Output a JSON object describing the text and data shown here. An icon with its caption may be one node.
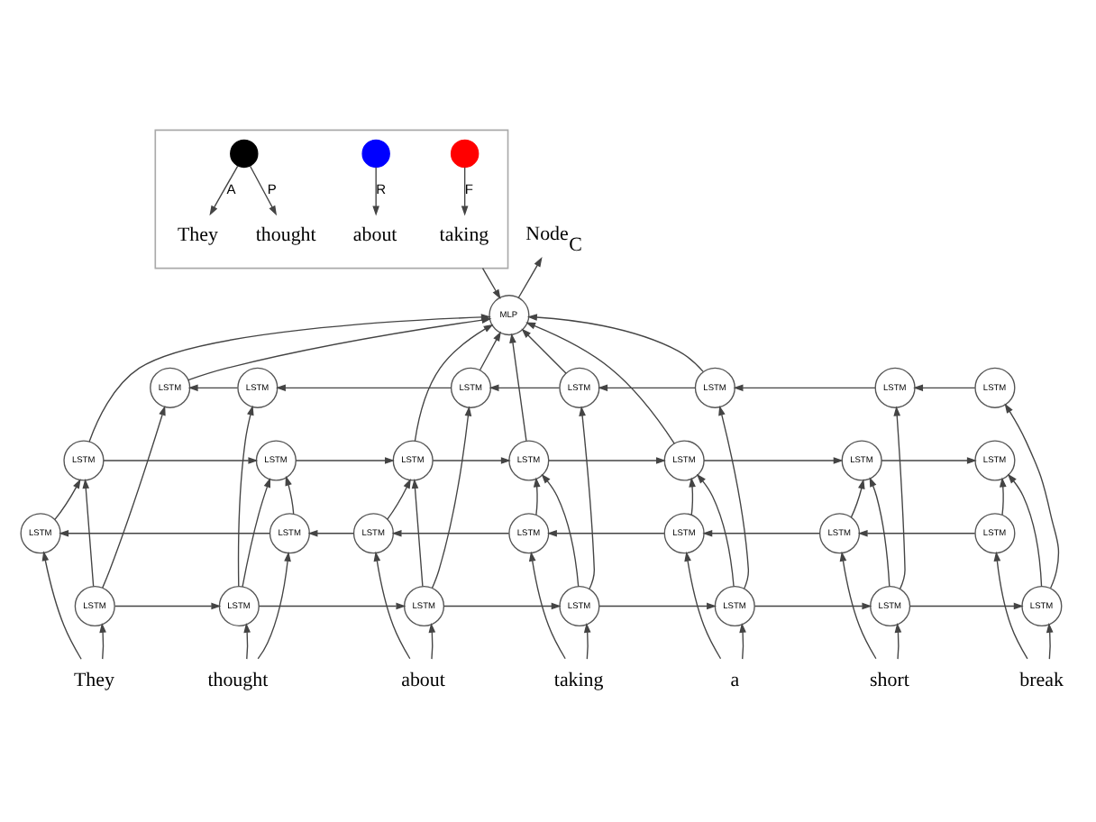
{
  "diagram": {
    "nodes": [
      {
        "text": [],
        "shape": "box"
      },
      {
        "text": [],
        "shape": "circle",
        "in": 0
      },
      {
        "text": [
          "They"
        ],
        "in": 0
      },
      {
        "text": [
          "thought"
        ],
        "in": 0
      },
      {
        "text": [],
        "shape": "circle",
        "in": 0
      },
      {
        "text": [
          "about"
        ],
        "in": 0
      },
      {
        "text": [],
        "shape": "circle",
        "in": 0
      },
      {
        "text": [
          "taking"
        ],
        "in": 0
      },
      {
        "text": [
          "Node$_{C}$"
        ]
      },
      {
        "text": [
          "MLP"
        ]
      },
      {
        "text": [
          "LSTM"
        ]
      },
      {
        "text": [
          "LSTM"
        ]
      },
      {
        "text": [
          "LSTM"
        ]
      },
      {
        "text": [
          "LSTM"
        ]
      },
      {
        "text": [
          "LSTM"
        ]
      },
      {
        "text": [
          "LSTM"
        ]
      },
      {
        "text": [
          "LSTM"
        ]
      },
      {
        "text": [
          "LSTM"
        ]
      },
      {
        "text": [
          "LSTM"
        ]
      },
      {
        "text": [
          "LSTM"
        ]
      },
      {
        "text": [
          "LSTM"
        ]
      },
      {
        "text": [
          "LSTM"
        ]
      },
      {
        "text": [
          "LSTM"
        ]
      },
      {
        "text": [
          "LSTM"
        ]
      },
      {
        "text": [
          "LSTM"
        ]
      },
      {
        "text": [
          "LSTM"
        ]
      },
      {
        "text": [
          "LSTM"
        ]
      },
      {
        "text": [
          "LSTM"
        ]
      },
      {
        "text": [
          "LSTM"
        ]
      },
      {
        "text": [
          "LSTM"
        ]
      },
      {
        "text": [
          "LSTM"
        ]
      },
      {
        "text": [
          "LSTM"
        ]
      },
      {
        "text": [
          "LSTM"
        ]
      },
      {
        "text": [
          "LSTM"
        ]
      },
      {
        "text": [
          "LSTM"
        ]
      },
      {
        "text": [
          "LSTM"
        ]
      },
      {
        "text": [
          "LSTM"
        ]
      },
      {
        "text": [
          "LSTM"
        ]
      },
      {
        "text": [
          "They"
        ]
      },
      {
        "text": [
          "thought"
        ]
      },
      {
        "text": [
          "about"
        ]
      },
      {
        "text": [
          "taking"
        ]
      },
      {
        "text": [
          "a"
        ]
      },
      {
        "text": [
          "short"
        ]
      },
      {
        "text": [
          "break"
        ]
      }
    ],
    "edges": [
      {
        "from": 1,
        "to": 2,
        "arrow": "to",
        "label": "A"
      },
      {
        "from": 1,
        "to": 3,
        "arrow": "to",
        "label": "P"
      },
      {
        "from": 4,
        "to": 5,
        "arrow": "to",
        "label": "R"
      },
      {
        "from": 6,
        "to": 7,
        "arrow": "to",
        "label": "F"
      },
      {
        "from": 0,
        "to": 9,
        "arrow": "to"
      },
      {
        "from": 9,
        "to": 8,
        "arrow": "to"
      },
      {
        "from": 38,
        "to": 31,
        "arrow": "to"
      },
      {
        "from": 38,
        "to": 24,
        "arrow": "to"
      },
      {
        "from": 31,
        "to": 17,
        "arrow": "to"
      },
      {
        "from": 31,
        "to": 10,
        "arrow": "to"
      },
      {
        "from": 24,
        "to": 17,
        "arrow": "to"
      },
      {
        "from": 39,
        "to": 32,
        "arrow": "to"
      },
      {
        "from": 39,
        "to": 25,
        "arrow": "to"
      },
      {
        "from": 32,
        "to": 18,
        "arrow": "to"
      },
      {
        "from": 32,
        "to": 11,
        "arrow": "to"
      },
      {
        "from": 25,
        "to": 18,
        "arrow": "to"
      },
      {
        "from": 40,
        "to": 33,
        "arrow": "to"
      },
      {
        "from": 40,
        "to": 26,
        "arrow": "to"
      },
      {
        "from": 33,
        "to": 19,
        "arrow": "to"
      },
      {
        "from": 33,
        "to": 12,
        "arrow": "to"
      },
      {
        "from": 26,
        "to": 19,
        "arrow": "to"
      },
      {
        "from": 41,
        "to": 34,
        "arrow": "to"
      },
      {
        "from": 41,
        "to": 27,
        "arrow": "to"
      },
      {
        "from": 34,
        "to": 20,
        "arrow": "to"
      },
      {
        "from": 34,
        "to": 13,
        "arrow": "to"
      },
      {
        "from": 27,
        "to": 20,
        "arrow": "to"
      },
      {
        "from": 42,
        "to": 35,
        "arrow": "to"
      },
      {
        "from": 42,
        "to": 28,
        "arrow": "to"
      },
      {
        "from": 35,
        "to": 21,
        "arrow": "to"
      },
      {
        "from": 35,
        "to": 14,
        "arrow": "to"
      },
      {
        "from": 28,
        "to": 21,
        "arrow": "to"
      },
      {
        "from": 43,
        "to": 36,
        "arrow": "to"
      },
      {
        "from": 43,
        "to": 29,
        "arrow": "to"
      },
      {
        "from": 36,
        "to": 22,
        "arrow": "to"
      },
      {
        "from": 36,
        "to": 15,
        "arrow": "to"
      },
      {
        "from": 29,
        "to": 22,
        "arrow": "to"
      },
      {
        "from": 44,
        "to": 37,
        "arrow": "to"
      },
      {
        "from": 44,
        "to": 30,
        "arrow": "to"
      },
      {
        "from": 37,
        "to": 23,
        "arrow": "to"
      },
      {
        "from": 37,
        "to": 16,
        "arrow": "to"
      },
      {
        "from": 30,
        "to": 23,
        "arrow": "to"
      },
      {
        "from": 31,
        "to": 32,
        "arrow": "to"
      },
      {
        "from": 32,
        "to": 33,
        "arrow": "to"
      },
      {
        "from": 33,
        "to": 34,
        "arrow": "to"
      },
      {
        "from": 34,
        "to": 35,
        "arrow": "to"
      },
      {
        "from": 35,
        "to": 36,
        "arrow": "to"
      },
      {
        "from": 36,
        "to": 37,
        "arrow": "to"
      },
      {
        "from": 25,
        "to": 24,
        "arrow": "to"
      },
      {
        "from": 26,
        "to": 25,
        "arrow": "to"
      },
      {
        "from": 27,
        "to": 26,
        "arrow": "to"
      },
      {
        "from": 28,
        "to": 27,
        "arrow": "to"
      },
      {
        "from": 29,
        "to": 28,
        "arrow": "to"
      },
      {
        "from": 30,
        "to": 29,
        "arrow": "to"
      },
      {
        "from": 17,
        "to": 18,
        "arrow": "to"
      },
      {
        "from": 18,
        "to": 19,
        "arrow": "to"
      },
      {
        "from": 19,
        "to": 20,
        "arrow": "to"
      },
      {
        "from": 20,
        "to": 21,
        "arrow": "to"
      },
      {
        "from": 21,
        "to": 22,
        "arrow": "to"
      },
      {
        "from": 22,
        "to": 23,
        "arrow": "to"
      },
      {
        "from": 11,
        "to": 10,
        "arrow": "to"
      },
      {
        "from": 12,
        "to": 11,
        "arrow": "to"
      },
      {
        "from": 13,
        "to": 12,
        "arrow": "to"
      },
      {
        "from": 14,
        "to": 13,
        "arrow": "to"
      },
      {
        "from": 15,
        "to": 14,
        "arrow": "to"
      },
      {
        "from": 16,
        "to": 15,
        "arrow": "to"
      },
      {
        "from": 10,
        "to": 9,
        "arrow": "to"
      },
      {
        "from": 17,
        "to": 9,
        "arrow": "to"
      },
      {
        "from": 12,
        "to": 9,
        "arrow": "to"
      },
      {
        "from": 19,
        "to": 9,
        "arrow": "to"
      },
      {
        "from": 13,
        "to": 9,
        "arrow": "to"
      },
      {
        "from": 20,
        "to": 9,
        "arrow": "to"
      },
      {
        "from": 14,
        "to": 9,
        "arrow": "to"
      },
      {
        "from": 21,
        "to": 9,
        "arrow": "to"
      }
    ]
  }
}
